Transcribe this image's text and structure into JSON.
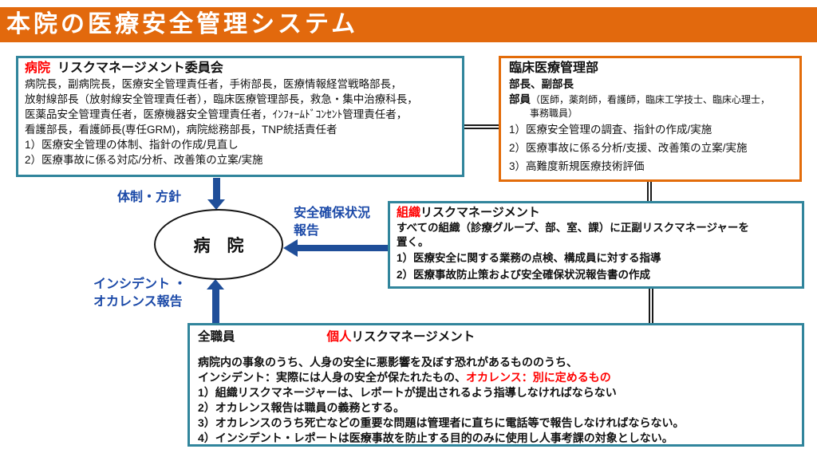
{
  "page": {
    "title": "本院の医療安全管理システム"
  },
  "colors": {
    "header_bg": "#E2690D",
    "box_teal": "#31859C",
    "box_orange": "#E36C0A",
    "accent_red": "#FF0000",
    "arrow_blue": "#1F4E99",
    "label_blue": "#1C4AA8",
    "line_dark": "#1A1A1A"
  },
  "committee_box": {
    "title_highlight": "病院",
    "title_rest": "リスクマネージメント委員会",
    "members": [
      "病院長，副病院長，医療安全管理責任者，手術部長，医療情報経営戦略部長，",
      "放射線部長（放射線安全管理責任者），臨床医療管理部長，救急・集中治療科長，",
      "医薬品安全管理責任者，医療機器安全管理責任者，ｲﾝﾌｫｰﾑﾄﾞｺﾝｾﾝﾄ管理責任者，",
      "看護部長，看護師長(専任GRM)，病院総務部長，TNP統括責任者"
    ],
    "duties": [
      "1）医療安全管理の体制、指針の作成/見直し",
      "2）医療事故に係る対応/分析、改善策の立案/実施"
    ]
  },
  "clinical_dept_box": {
    "title": "臨床医療管理部",
    "leaders": "部長、副部長",
    "members_label": "部員",
    "members_detail": "（医師，薬剤師，看護師，臨床工学技士、臨床心理士，",
    "members_detail_cont": "事務職員）",
    "duties": [
      "1）医療安全管理の調査、指針の作成/実施",
      "2）医療事故に係る分析/支援、改善策の立案/実施",
      "3）高難度新規医療技術評価"
    ]
  },
  "hospital_ellipse": {
    "label": "病　院"
  },
  "org_box": {
    "title_highlight": "組織",
    "title_rest": "リスクマネージメント",
    "intro_lines": [
      "すべての組織（診療グループ、部、室、課）に正副リスクマネージャーを",
      "置く。"
    ],
    "duties": [
      "1）医療安全に関する業務の点検、構成員に対する指導",
      "2）医療事故防止策および安全確保状況報告書の作成"
    ]
  },
  "staff_box": {
    "left_title": "全職員",
    "title_highlight": "個人",
    "title_rest": "リスクマネージメント",
    "intro": "病院内の事象のうち、人身の安全に悪影響を及ぼす恐れがあるもののうち、",
    "definition_black": "インシデント：実際には人身の安全が保たれたもの、",
    "definition_red": "オカレンス：別に定めるもの",
    "rules": [
      "1）組織リスクマネージャーは、レポートが提出されるよう指導しなければならない",
      "2）オカレンス報告は職員の義務とする。",
      "3）オカレンスのうち死亡などの重要な問題は管理者に直ちに電話等で報告しなければならない。",
      "4）インシデント・レポートは医療事故を防止する目的のみに使用し人事考課の対象としない。"
    ]
  },
  "flow_labels": {
    "policy": "体制・方針",
    "safety_line1": "安全確保状況",
    "safety_line2": "報告",
    "incident_line1": "インシデント ・",
    "incident_line2": "オカレンス報告"
  }
}
